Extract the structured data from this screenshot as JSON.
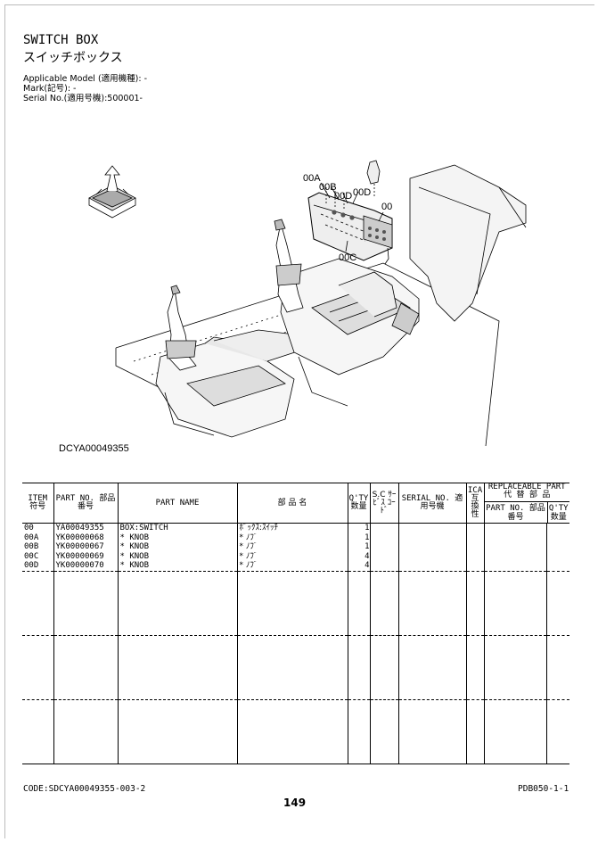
{
  "header": {
    "title_en": "SWITCH BOX",
    "title_jp": "スイッチボックス",
    "applicable_model": "Applicable Model (適用機種): -",
    "mark": "Mark(記号): -",
    "serial": "Serial No.(適用号機):500001-"
  },
  "diagram": {
    "drawing_code": "DCYA00049355",
    "callouts": [
      "00A",
      "00B",
      "00D",
      "00D",
      "00",
      "00C"
    ]
  },
  "table": {
    "headers": {
      "item": "ITEM 符号",
      "part_no": "PART NO. 部品番号",
      "part_name": "PART NAME",
      "jp_name": "部 品 名",
      "qty": "Q'TY 数量",
      "sc": "S.C ｻｰﾋﾞｽ ｺｰﾄﾞ",
      "serial": "SERIAL NO. 適用号機",
      "ica": "ICA 互 換 性",
      "replaceable": "REPLACEABLE PART 代 替 部 品",
      "rep_part_no": "PART NO. 部品番号",
      "rep_qty": "Q'TY 数量"
    },
    "rows": [
      {
        "item": "00",
        "part_no": "YA00049355",
        "name": "BOX:SWITCH",
        "jp": "ﾎﾞｯｸｽ:ｽｲｯﾁ",
        "qty": "1"
      },
      {
        "item": "00A",
        "part_no": "YK00000068",
        "name": "* KNOB",
        "jp": "* ﾉﾌﾞ",
        "qty": "1"
      },
      {
        "item": "00B",
        "part_no": "YK00000067",
        "name": "* KNOB",
        "jp": "* ﾉﾌﾞ",
        "qty": "1"
      },
      {
        "item": "00C",
        "part_no": "YK00000069",
        "name": "* KNOB",
        "jp": "* ﾉﾌﾞ",
        "qty": "4"
      },
      {
        "item": "00D",
        "part_no": "YK00000070",
        "name": "* KNOB",
        "jp": "* ﾉﾌﾞ",
        "qty": "4"
      }
    ]
  },
  "footer": {
    "code": "CODE:SDCYA00049355-003-2",
    "page": "149",
    "ref": "PDB050-1-1"
  }
}
